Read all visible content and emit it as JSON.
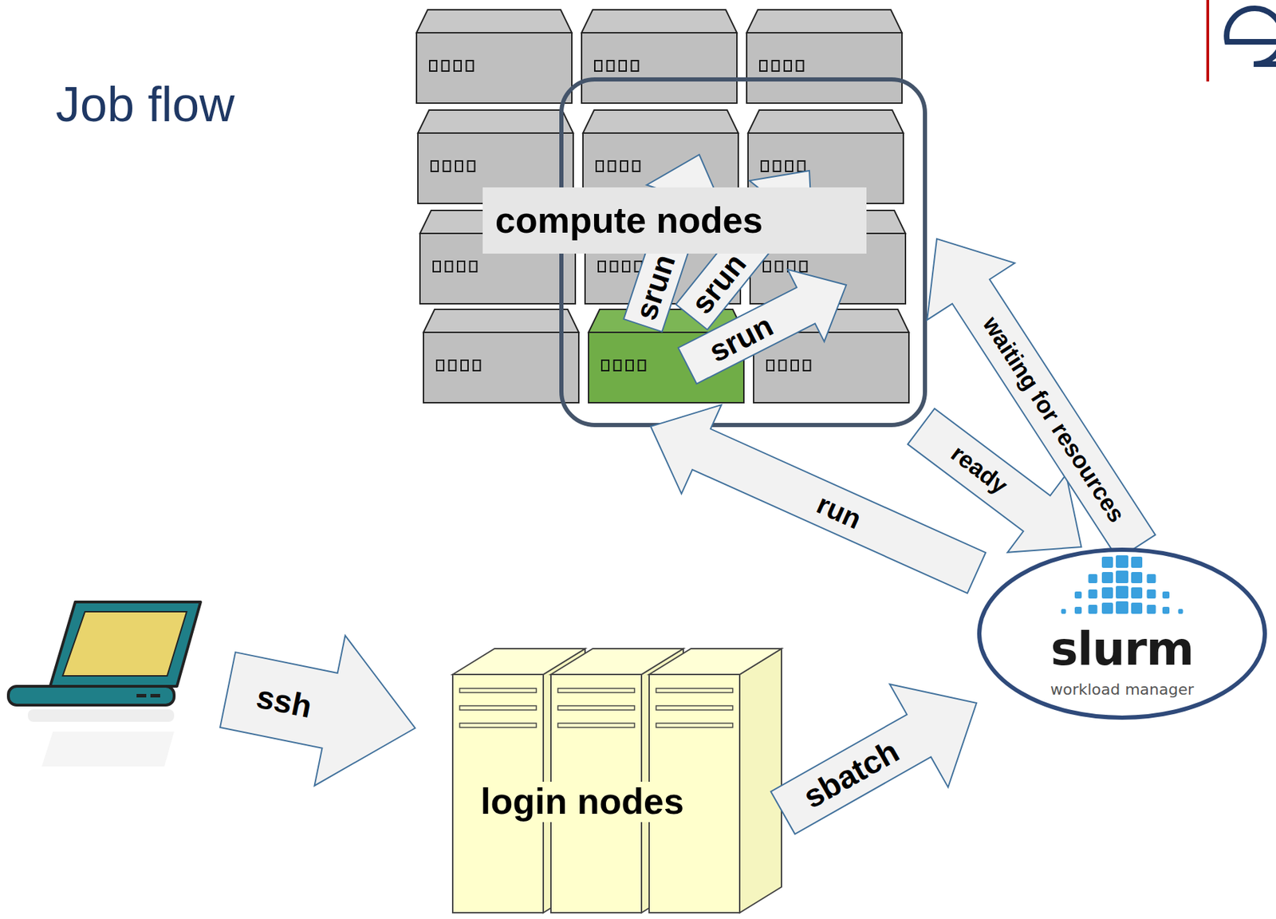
{
  "diagram": {
    "title": "Job flow",
    "nodes": [
      {
        "text": [
          "compute nodes"
        ]
      },
      {
        "text": [
          "login nodes"
        ]
      },
      {
        "text": [
          "slurm",
          "workload manager"
        ]
      }
    ],
    "edges": [
      {
        "from": 1,
        "to": 2,
        "label": "sbatch",
        "arrow": "to"
      },
      {
        "from": 2,
        "to": 0,
        "label": "run",
        "arrow": "to"
      },
      {
        "from": 0,
        "to": 2,
        "label": "ready",
        "arrow": "to"
      },
      {
        "from": 2,
        "to": 0,
        "label": "waiting for resources",
        "arrow": "to"
      }
    ],
    "labels": [
      "ssh",
      "srun",
      "srun",
      "srun"
    ]
  }
}
